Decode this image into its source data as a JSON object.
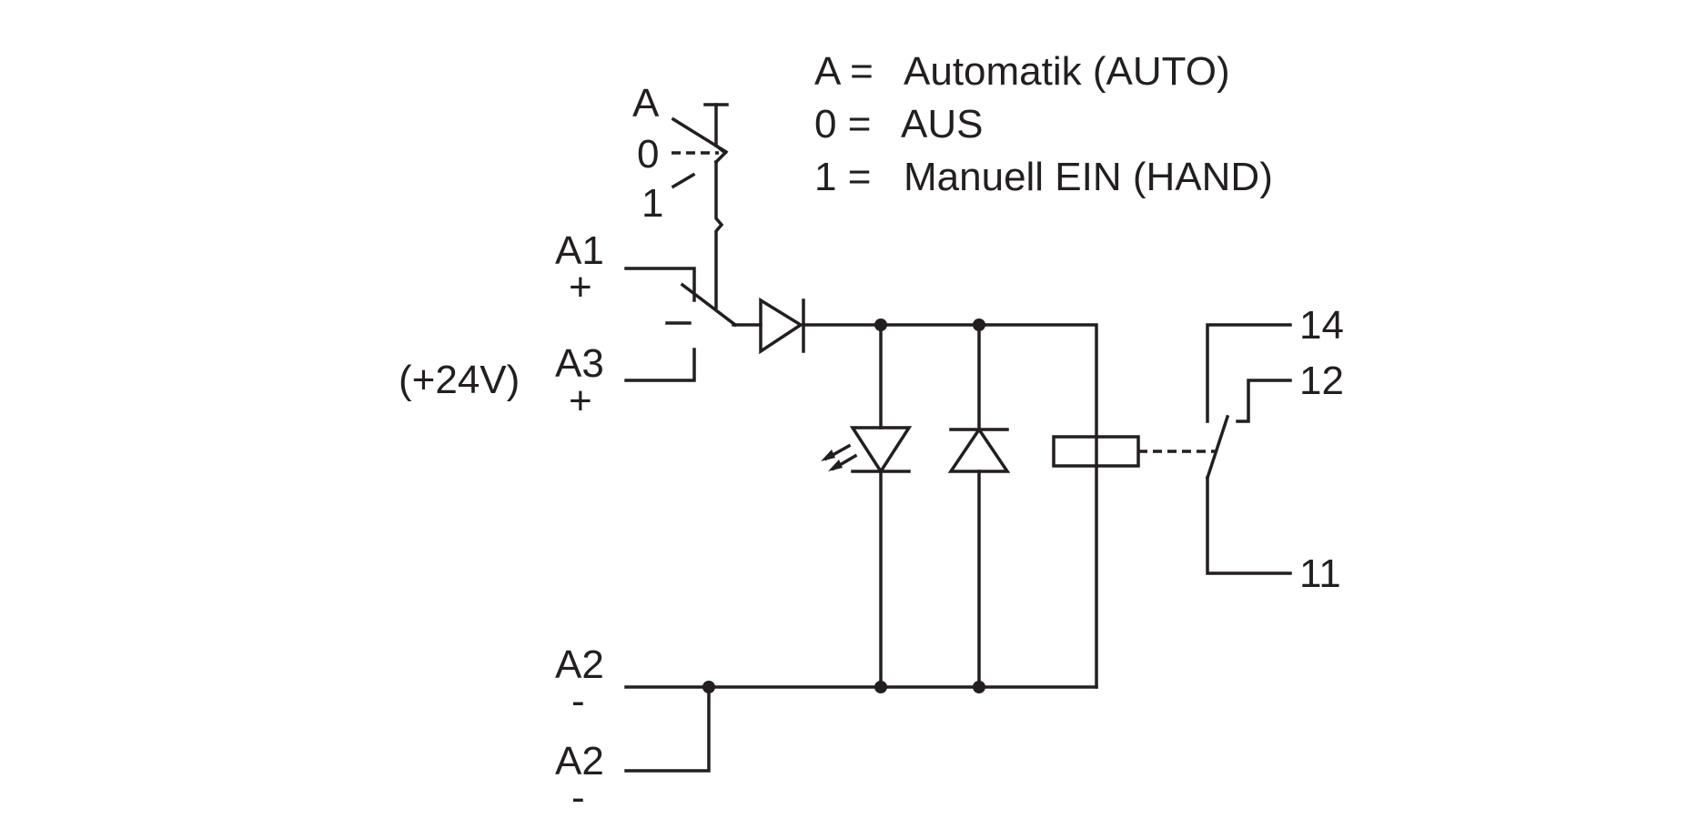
{
  "legend": {
    "row_a": {
      "key": "A =",
      "text": "Automatik (AUTO)"
    },
    "row_0": {
      "key": "0 =",
      "text": "AUS"
    },
    "row_1": {
      "key": "1 =",
      "text": "Manuell EIN (HAND)"
    }
  },
  "switch_positions": {
    "a": "A",
    "zero": "0",
    "one": "1"
  },
  "terminals": {
    "a1": {
      "name": "A1",
      "polarity": "+"
    },
    "a3": {
      "name": "A3",
      "polarity": "+"
    },
    "a2_top": {
      "name": "A2",
      "polarity": "-"
    },
    "a2_bottom": {
      "name": "A2",
      "polarity": "-"
    },
    "supply_note": "(+24V)",
    "contact_14": "14",
    "contact_12": "12",
    "contact_11": "11"
  },
  "colors": {
    "ink": "#231f20",
    "background": "#ffffff"
  }
}
